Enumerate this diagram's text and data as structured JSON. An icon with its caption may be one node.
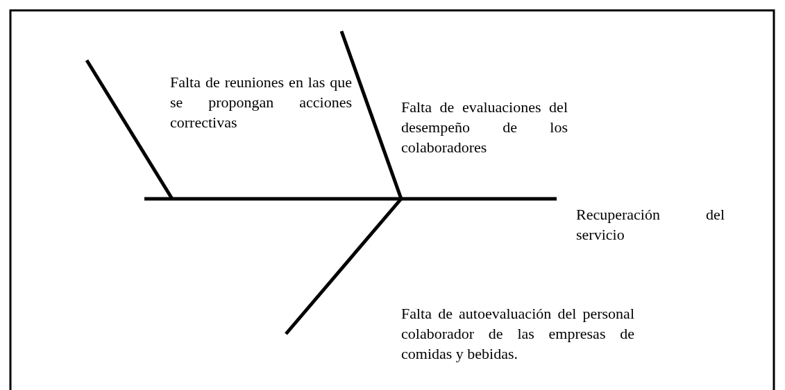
{
  "diagram": {
    "labels": [
      "Falta de reuniones en las que se propongan acciones correctivas",
      "Falta de evaluaciones del desempeño de los colaboradores",
      "Recuperación del servicio",
      "Falta de autoevaluación del personal colaborador de las empresas de comidas y bebidas."
    ]
  }
}
